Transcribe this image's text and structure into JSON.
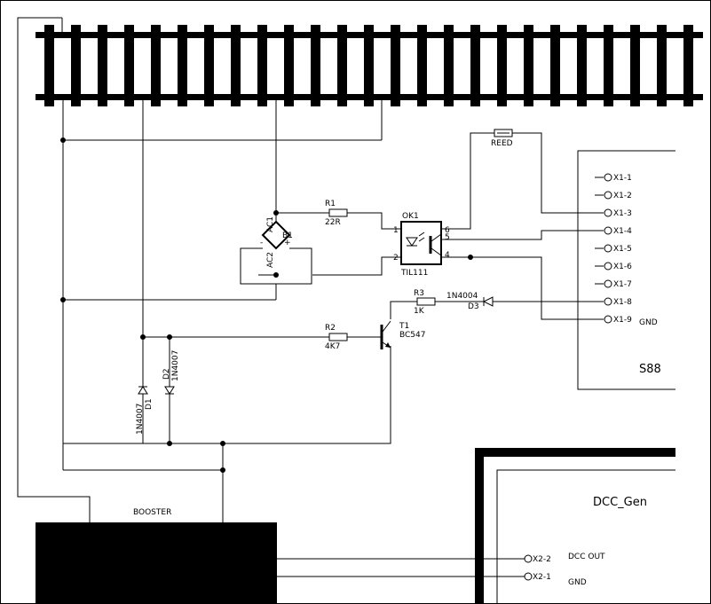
{
  "components": {
    "r1": {
      "ref": "R1",
      "value": "22R"
    },
    "r2": {
      "ref": "R2",
      "value": "4K7"
    },
    "r3": {
      "ref": "R3",
      "value": "1K"
    },
    "b1": {
      "ref": "B1",
      "ac1": "AC1",
      "ac2": "AC2",
      "plus": "+",
      "minus": "-"
    },
    "ok1": {
      "ref": "OK1",
      "value": "TIL111",
      "pin1": "1",
      "pin2": "2",
      "pin4": "4",
      "pin5": "5",
      "pin6": "6"
    },
    "t1": {
      "ref": "T1",
      "value": "BC547"
    },
    "d1": {
      "ref": "D1",
      "value": "1N4007"
    },
    "d2": {
      "ref": "D2",
      "value": "1N4007"
    },
    "d3": {
      "ref": "D3",
      "value": "1N4004"
    },
    "reed": {
      "label": "REED"
    }
  },
  "s88": {
    "title": "S88",
    "pins": [
      "X1-1",
      "X1-2",
      "X1-3",
      "X1-4",
      "X1-5",
      "X1-6",
      "X1-7",
      "X1-8",
      "X1-9"
    ],
    "gnd_label": "GND"
  },
  "booster": {
    "title": "BOOSTER"
  },
  "dcc_gen": {
    "title": "DCC_Gen",
    "pins": [
      "X2-2",
      "X2-1"
    ],
    "pin_labels": [
      "DCC OUT",
      "GND"
    ]
  }
}
